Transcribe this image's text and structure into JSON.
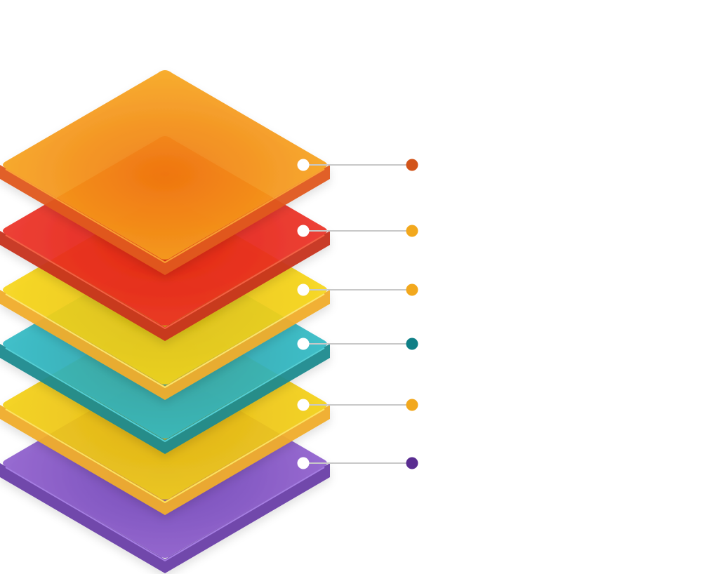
{
  "diagram": {
    "type": "stacked-isometric-layers",
    "layers": [
      {
        "name": "layer-purple",
        "top": "#9b6bd6",
        "topShade": "#6d3fb3",
        "side": "#6a3fa8",
        "rim": "#b38bf0",
        "marker": "#5a2d91"
      },
      {
        "name": "layer-yellow-lower",
        "top": "#f7d91c",
        "topShade": "#e7b70c",
        "side": "#f0ad2a",
        "rim": "#fff06a",
        "marker": "#f2a81d"
      },
      {
        "name": "layer-teal",
        "top": "#36c4cf",
        "topShade": "#2a9ea6",
        "side": "#1f8a8e",
        "rim": "#5fe0e6",
        "marker": "#0f7f86"
      },
      {
        "name": "layer-yellow-upper",
        "top": "#fbdc1f",
        "topShade": "#e8c10e",
        "side": "#f1ad2b",
        "rim": "#fff27a",
        "marker": "#f2a81d"
      },
      {
        "name": "layer-red",
        "top": "#ef3b2f",
        "topShade": "#e21c10",
        "side": "#c7321f",
        "rim": "#ff6a4c",
        "marker": "#f2a81d"
      },
      {
        "name": "layer-orange",
        "top": "#f9b024",
        "topShade": "#f07a10",
        "side": "#e05a1c",
        "rim": "#ffb23a",
        "marker": "#d2541a"
      }
    ],
    "connector": {
      "line": "#c8c8c8",
      "node": "#ffffff"
    }
  }
}
